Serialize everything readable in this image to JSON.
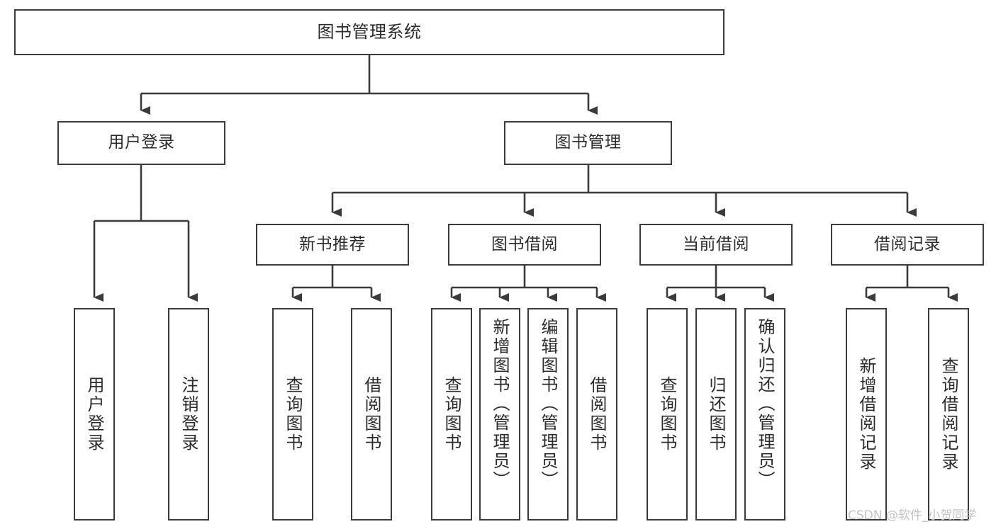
{
  "diagram": {
    "title": "图书管理系统",
    "type": "tree",
    "watermark": "CSDN @软件_小贺同学",
    "colors": {
      "stroke": "#3b3b3b",
      "fill": "#ffffff",
      "text": "#2b2b2b",
      "watermark": "#c2c2c2"
    },
    "levels": {
      "root": {
        "label": "图书管理系统"
      },
      "level2": [
        {
          "id": "user-login",
          "label": "用户登录"
        },
        {
          "id": "book-manage",
          "label": "图书管理"
        }
      ],
      "level3": [
        {
          "id": "new-book-rec",
          "label": "新书推荐",
          "parent": "book-manage"
        },
        {
          "id": "book-borrow",
          "label": "图书借阅",
          "parent": "book-manage"
        },
        {
          "id": "current-borrow",
          "label": "当前借阅",
          "parent": "book-manage"
        },
        {
          "id": "borrow-record",
          "label": "借阅记录",
          "parent": "book-manage"
        }
      ],
      "leaves": [
        {
          "id": "leaf-user-login",
          "label": "用户登录",
          "parent": "user-login"
        },
        {
          "id": "leaf-logout",
          "label": "注销登录",
          "parent": "user-login"
        },
        {
          "id": "leaf-query-book-1",
          "label": "查询图书",
          "parent": "new-book-rec"
        },
        {
          "id": "leaf-borrow-book-1",
          "label": "借阅图书",
          "parent": "new-book-rec"
        },
        {
          "id": "leaf-query-book-2",
          "label": "查询图书",
          "parent": "book-borrow"
        },
        {
          "id": "leaf-add-book",
          "label": "新增图书（管理员）",
          "parent": "book-borrow"
        },
        {
          "id": "leaf-edit-book",
          "label": "编辑图书（管理员）",
          "parent": "book-borrow"
        },
        {
          "id": "leaf-borrow-book-2",
          "label": "借阅图书",
          "parent": "book-borrow"
        },
        {
          "id": "leaf-query-book-3",
          "label": "查询图书",
          "parent": "current-borrow"
        },
        {
          "id": "leaf-return-book",
          "label": "归还图书",
          "parent": "current-borrow"
        },
        {
          "id": "leaf-confirm-return",
          "label": "确认归还（管理员）",
          "parent": "current-borrow"
        },
        {
          "id": "leaf-add-record",
          "label": "新增借阅记录",
          "parent": "borrow-record"
        },
        {
          "id": "leaf-query-record",
          "label": "查询借阅记录",
          "parent": "borrow-record"
        }
      ]
    }
  }
}
